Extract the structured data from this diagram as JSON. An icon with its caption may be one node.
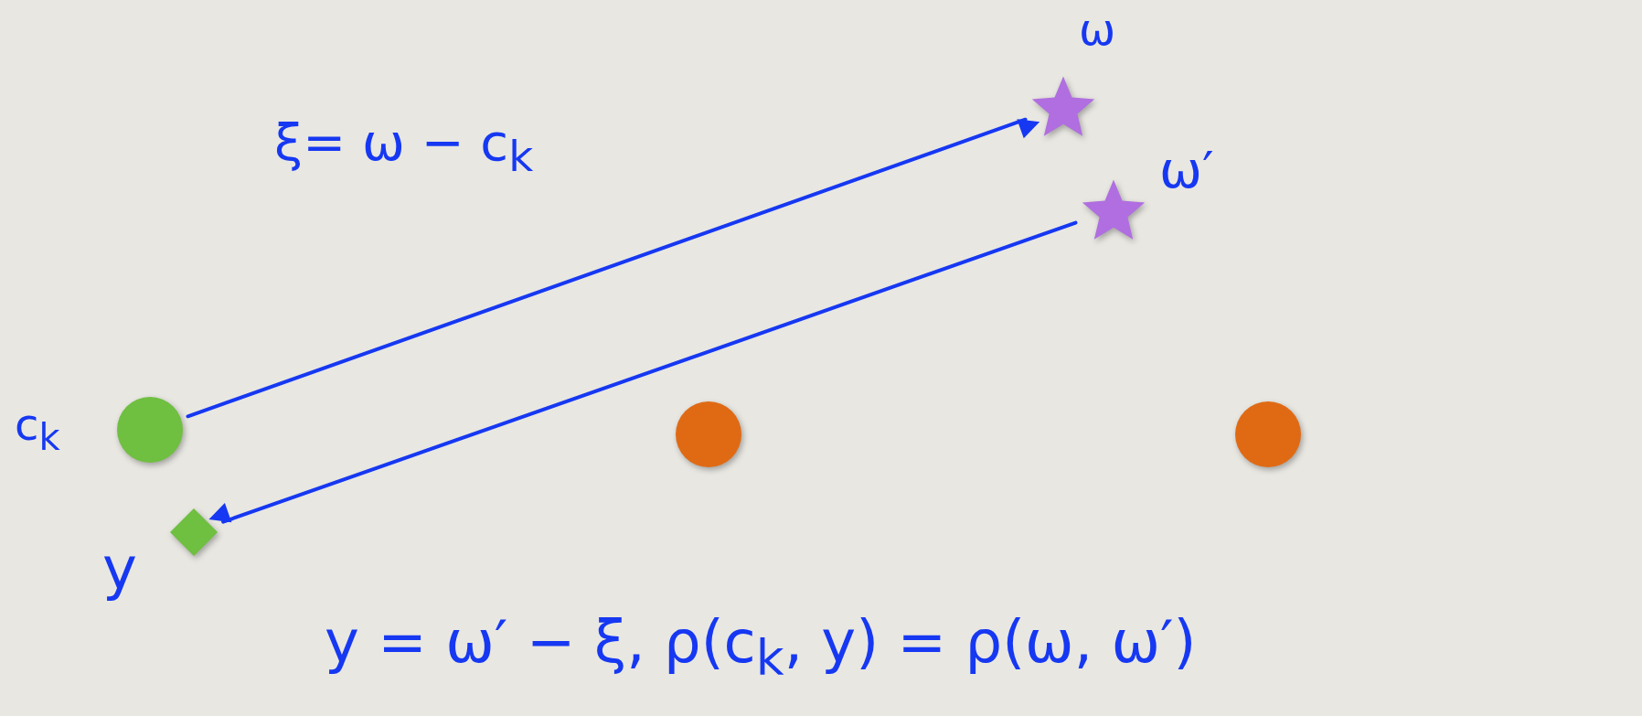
{
  "diagram": {
    "nodes": [
      {
        "text": [],
        "shape": "star",
        "beside": [
          "ω"
        ]
      },
      {
        "text": [],
        "shape": "star",
        "beside": [
          "ω′"
        ]
      },
      {
        "text": [],
        "shape": "circle",
        "beside": [
          "c$_{k}$"
        ]
      },
      {
        "text": [],
        "shape": "circle"
      },
      {
        "text": [],
        "shape": "circle"
      },
      {
        "text": [],
        "shape": "diamond",
        "beside": [
          "y"
        ]
      }
    ],
    "edges": [
      {
        "from": 2,
        "to": 0,
        "arrow": "to",
        "label": "ξ= ω − c$_{k}$"
      },
      {
        "from": 1,
        "to": 5,
        "arrow": "to"
      }
    ],
    "labels": [
      "y = ω′ − ξ, ρ(c$_{k}$, y) = ρ(ω, ω′)"
    ]
  }
}
